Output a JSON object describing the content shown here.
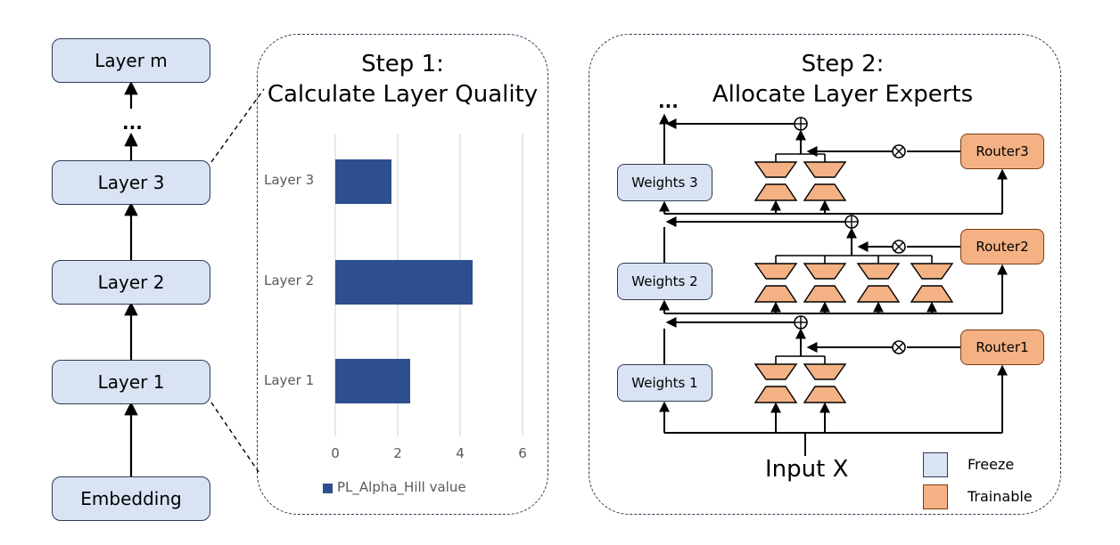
{
  "left_stack": {
    "layer_m": "Layer m",
    "ellipsis": "...",
    "layer_3": "Layer 3",
    "layer_2": "Layer 2",
    "layer_1": "Layer 1",
    "embedding": "Embedding"
  },
  "step1": {
    "title_line1": "Step 1:",
    "title_line2": "Calculate Layer Quality",
    "legend": "PL_Alpha_Hill value"
  },
  "chart_data": {
    "type": "bar",
    "orientation": "horizontal",
    "categories": [
      "Layer 3",
      "Layer 2",
      "Layer 1"
    ],
    "values": [
      1.8,
      4.4,
      2.4
    ],
    "x_ticks": [
      "0",
      "2",
      "4",
      "6"
    ],
    "xlim": [
      0,
      6
    ],
    "grid": "vertical",
    "bar_color": "#2e4f8f",
    "legend_position": "bottom",
    "series": [
      {
        "name": "PL_Alpha_Hill value",
        "values": [
          1.8,
          4.4,
          2.4
        ]
      }
    ]
  },
  "step2": {
    "title_line1": "Step 2:",
    "title_line2": "Allocate Layer Experts",
    "ellipsis": "...",
    "weights_3": "Weights 3",
    "weights_2": "Weights 2",
    "weights_1": "Weights 1",
    "router_3": "Router3",
    "router_2": "Router2",
    "router_1": "Router1",
    "input": "Input X",
    "experts_per_layer": {
      "layer_3": 2,
      "layer_2": 4,
      "layer_1": 2
    }
  },
  "legend": {
    "freeze": "Freeze",
    "trainable": "Trainable",
    "freeze_color": "#dae3f3",
    "trainable_color": "#f4b183"
  }
}
